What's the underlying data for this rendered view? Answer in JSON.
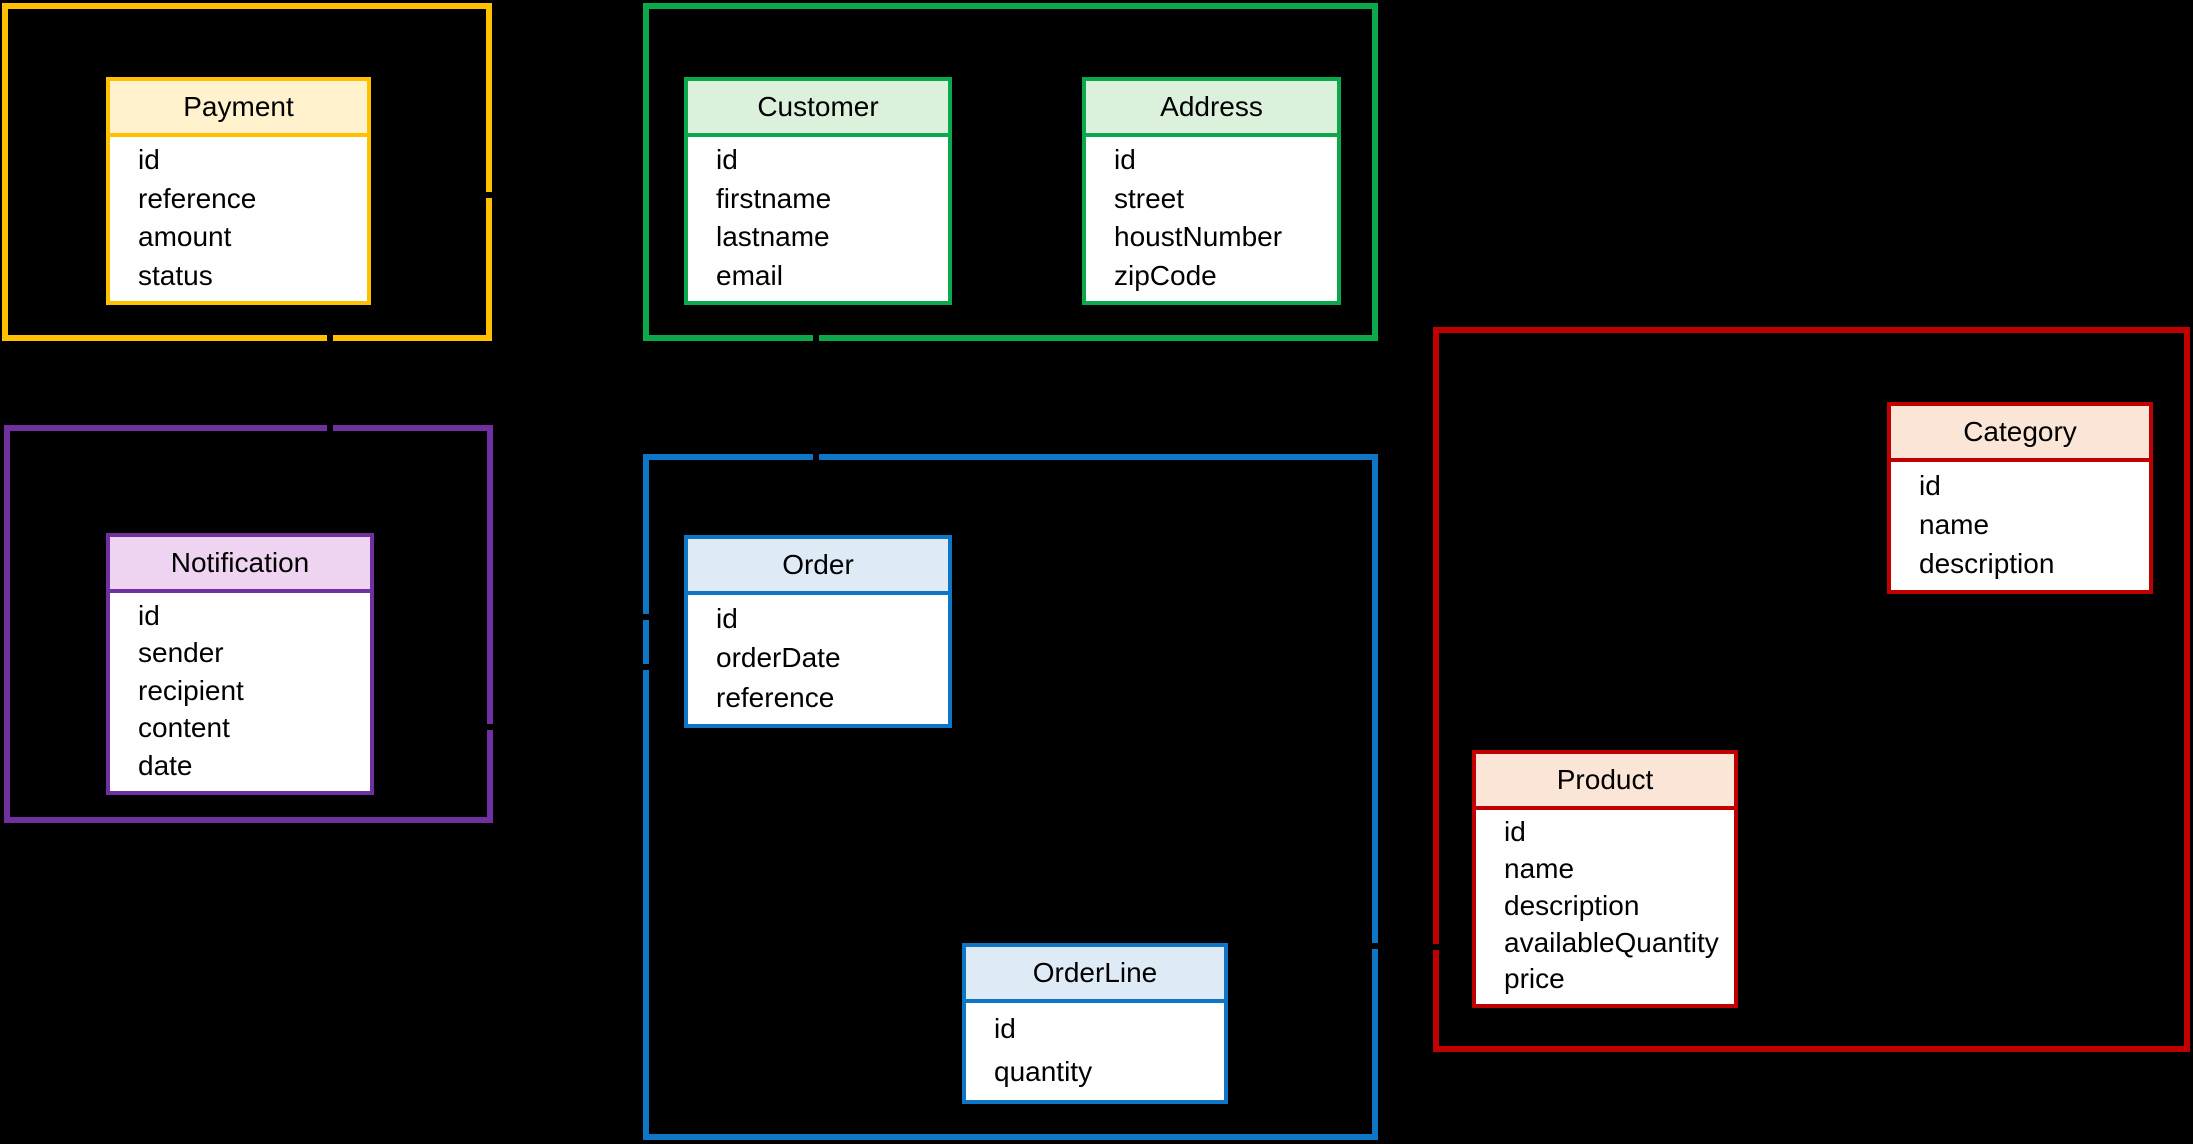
{
  "diagram": {
    "type": "domain-model-diagram",
    "background_color": "#000000",
    "text_color": "#000000",
    "contexts": {
      "payment": {
        "accent_color": "#FFC000",
        "header_fill": "#FFF2CC"
      },
      "customer": {
        "accent_color": "#0BA94C",
        "header_fill": "#DCF1DC"
      },
      "notification": {
        "accent_color": "#7030A0",
        "header_fill": "#EFD4F2"
      },
      "order": {
        "accent_color": "#0E76C4",
        "header_fill": "#DEEBF7"
      },
      "product": {
        "accent_color": "#C00000",
        "header_fill": "#FBE5D6"
      }
    },
    "entities": {
      "payment": {
        "title": "Payment",
        "fields": [
          "id",
          "reference",
          "amount",
          "status"
        ]
      },
      "customer": {
        "title": "Customer",
        "fields": [
          "id",
          "firstname",
          "lastname",
          "email"
        ]
      },
      "address": {
        "title": "Address",
        "fields": [
          "id",
          "street",
          "houstNumber",
          "zipCode"
        ]
      },
      "notification": {
        "title": "Notification",
        "fields": [
          "id",
          "sender",
          "recipient",
          "content",
          "date"
        ]
      },
      "order": {
        "title": "Order",
        "fields": [
          "id",
          "orderDate",
          "reference"
        ]
      },
      "orderline": {
        "title": "OrderLine",
        "fields": [
          "id",
          "quantity"
        ]
      },
      "category": {
        "title": "Category",
        "fields": [
          "id",
          "name",
          "description"
        ]
      },
      "product": {
        "title": "Product",
        "fields": [
          "id",
          "name",
          "description",
          "availableQuantity",
          "price"
        ]
      }
    }
  }
}
